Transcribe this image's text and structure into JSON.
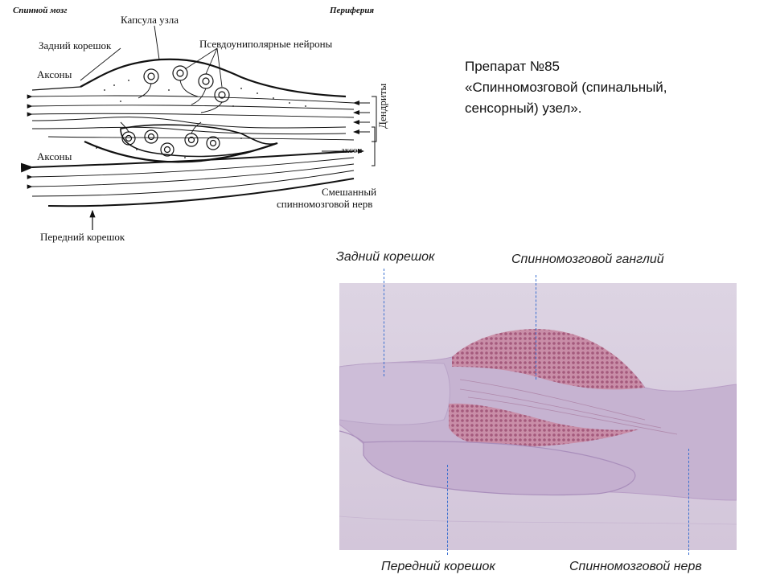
{
  "title": {
    "line1": "Препарат №85",
    "line2": "«Спинномозговой (спинальный,",
    "line3": "сенсорный) узел»."
  },
  "schematic": {
    "spinal_cord": "Спинной мозг",
    "periphery": "Периферия",
    "capsule": "Капсула узла",
    "dorsal_root": "Задний корешок",
    "pseudounipolar": "Псевдоуниполярные нейроны",
    "axons_top": "Аксоны",
    "axons_bottom": "Аксоны",
    "dendrites": "Дендриты",
    "axon": "аксон",
    "mixed_nerve_1": "Смешанный",
    "mixed_nerve_2": "спинномозговой нерв",
    "ventral_root": "Передний корешок"
  },
  "micrograph": {
    "dorsal_root": "Задний корешок",
    "ganglion": "Спинномозговой ганглий",
    "ventral_root": "Передний корешок",
    "spinal_nerve": "Спинномозговой нерв"
  },
  "colors": {
    "leader_line": "#3a6fd0",
    "tissue_background": "#d9cfdf",
    "ganglion_cells": "#b0607f",
    "nerve_fibers": "#c9b9d3"
  }
}
